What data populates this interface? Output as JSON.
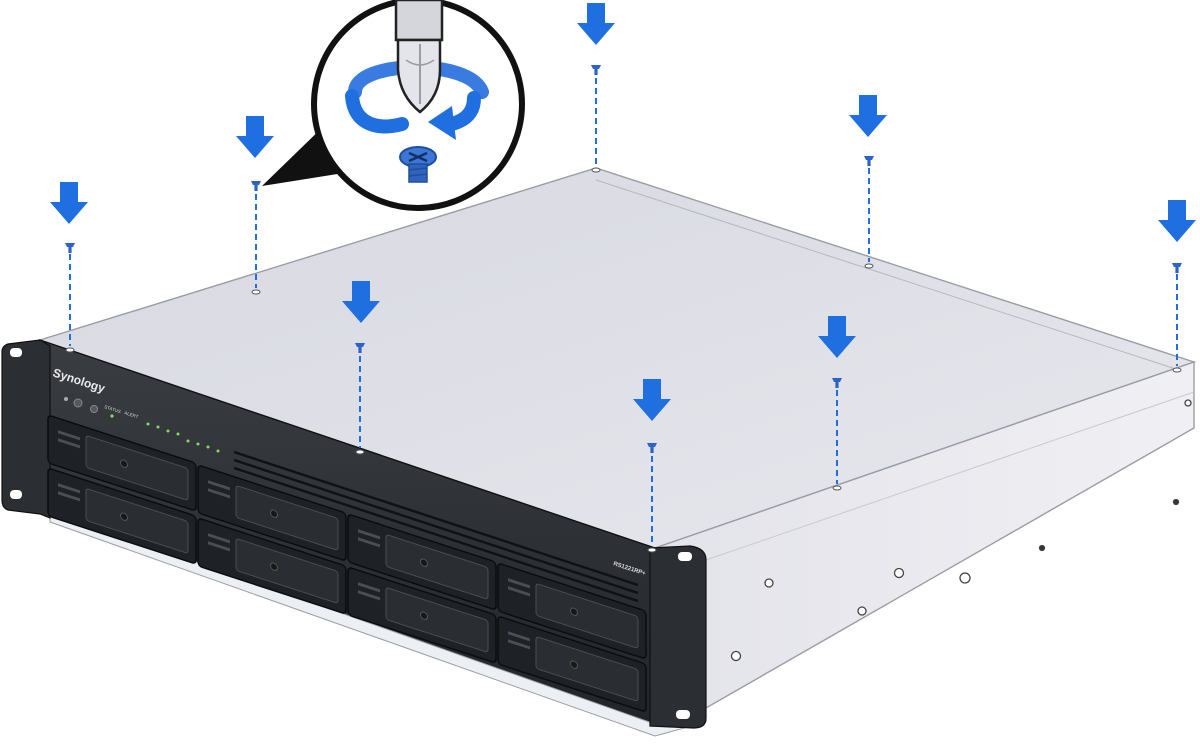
{
  "brand": "Synology",
  "model": "RS1221RP+",
  "front_labels": {
    "status": "STATUS",
    "alert": "ALERT"
  },
  "colors": {
    "arrow": "#1f6fe0",
    "screw": "#2d63c8",
    "guide_line": "#1f6fe0",
    "chassis_top": "#dfe0e7",
    "chassis_side": "#e9e9ef",
    "front_panel": "#2a2d31",
    "led": "#7be05a"
  },
  "icons": {
    "arrow": "down-arrow-icon",
    "screw": "screw-icon",
    "tool": "screwdriver-icon",
    "rotation": "rotate-arrow-icon"
  },
  "screw_count": 8
}
